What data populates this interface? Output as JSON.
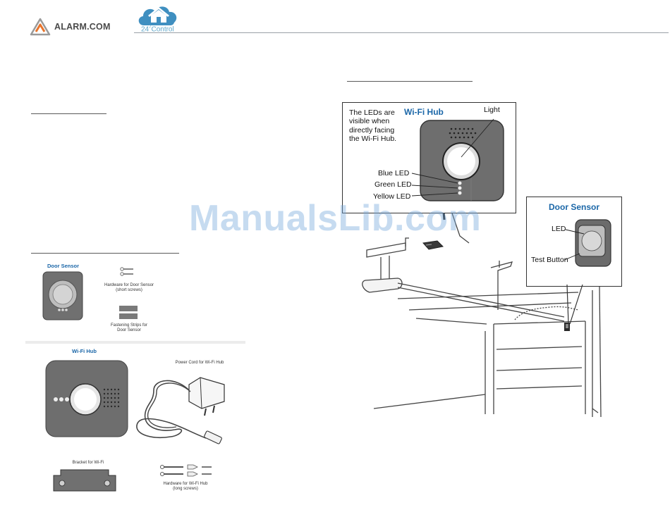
{
  "header": {
    "brand": "ALARM.COM",
    "partner_badge": "24",
    "partner_badge_sup": "7",
    "partner_name": "Control"
  },
  "watermark": "ManualsLib.com",
  "kit": {
    "door_sensor_title": "Door Sensor",
    "hardware_door_sensor": [
      "Hardware for Door Sensor",
      "(short screws)"
    ],
    "fastening_strips": [
      "Fastening Strips for",
      "Door Sensor"
    ],
    "wifi_hub_title": "Wi-Fi Hub",
    "power_cord": "Power Cord for Wi-Fi Hub",
    "bracket": "Bracket for Wi-Fi",
    "hardware_wifi_hub": [
      "Hardware for Wi-Fi Hub",
      "(long screws)"
    ]
  },
  "diagram": {
    "hub_callout": {
      "note": [
        "The LEDs are",
        "visible when",
        "directly facing",
        "the Wi-Fi Hub."
      ],
      "title": "Wi-Fi Hub",
      "light": "Light",
      "blue_led": "Blue LED",
      "green_led": "Green LED",
      "yellow_led": "Yellow LED"
    },
    "sensor_callout": {
      "title": "Door Sensor",
      "led": "LED",
      "test_button": "Test Button"
    }
  },
  "colors": {
    "accent": "#1b67a8",
    "logo_orange": "#e8742b",
    "device_grey": "#6f6f6f"
  }
}
